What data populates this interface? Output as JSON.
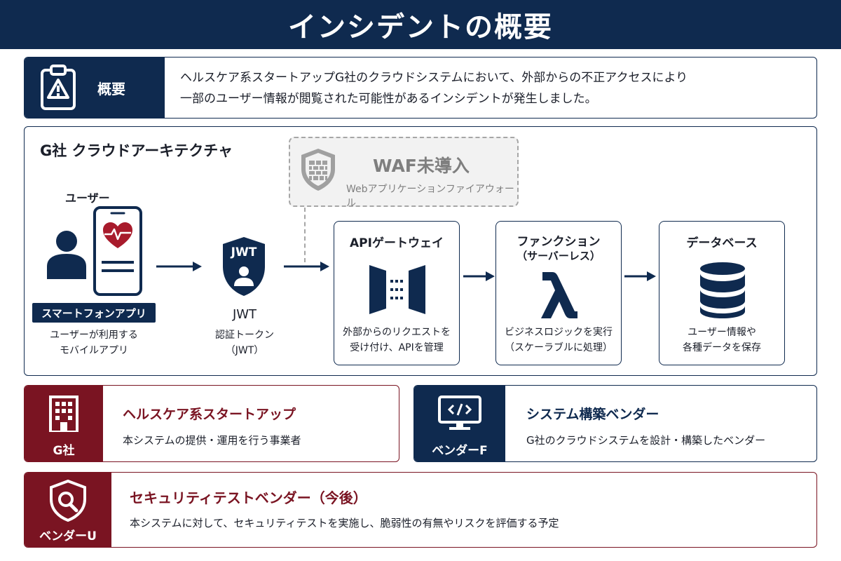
{
  "title": "インシデントの概要",
  "overview": {
    "label": "概要",
    "line1": "ヘルスケア系スタートアップG社のクラウドシステムにおいて、外部からの不正アクセスにより",
    "line2": "一部のユーザー情報が閲覧された可能性があるインシデントが発生しました。"
  },
  "architecture": {
    "title": "G社 クラウドアーキテクチャ",
    "waf": {
      "title": "WAF未導入",
      "subtitle": "Webアプリケーションファイアウォール"
    },
    "user": {
      "label": "ユーザー",
      "badge": "スマートフォンアプリ",
      "desc1": "ユーザーが利用する",
      "desc2": "モバイルアプリ"
    },
    "jwt": {
      "icon_text": "JWT",
      "label": "JWT",
      "desc1": "認証トークン",
      "desc2": "（JWT）"
    },
    "api_gateway": {
      "title": "APIゲートウェイ",
      "desc1": "外部からのリクエストを",
      "desc2": "受け付け、APIを管理"
    },
    "function": {
      "title": "ファンクション",
      "subtitle": "（サーバーレス）",
      "desc1": "ビジネスロジックを実行",
      "desc2": "（スケーラブルに処理）"
    },
    "database": {
      "title": "データベース",
      "desc1": "ユーザー情報や",
      "desc2": "各種データを保存"
    }
  },
  "entities": {
    "g_company": {
      "label": "G社",
      "title": "ヘルスケア系スタートアップ",
      "desc": "本システムの提供・運用を行う事業者"
    },
    "vendor_f": {
      "label": "ベンダーF",
      "title": "システム構築ベンダー",
      "desc": "G社のクラウドシステムを設計・構築したベンダー"
    },
    "vendor_u": {
      "label": "ベンダーU",
      "title": "セキュリティテストベンダー（今後）",
      "desc": "本システムに対して、セキュリティテストを実施し、脆弱性の有無やリスクを評価する予定"
    }
  },
  "colors": {
    "navy": "#0f2a4f",
    "wine": "#7a1422",
    "heart": "#a81b2c",
    "gray": "#7f7f7f"
  }
}
